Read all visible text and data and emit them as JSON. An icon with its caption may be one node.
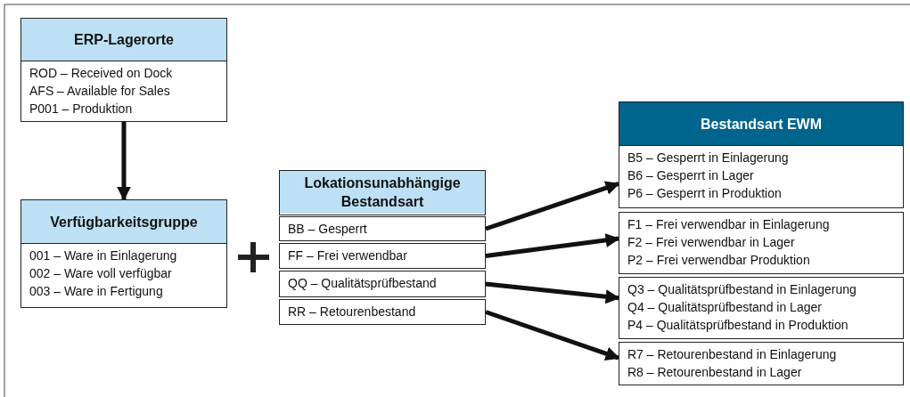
{
  "diagram": {
    "nodes": [
      {
        "text": [
          "ERP-Lagerorte",
          "ROD – Received on Dock",
          "AFS – Available for Sales",
          "P001 – Produktion"
        ]
      },
      {
        "text": [
          "Verfügbarkeitsgruppe",
          "001 – Ware in Einlagerung",
          "002 – Ware voll verfügbar",
          "003 – Ware in Fertigung"
        ]
      },
      {
        "text": [
          "Lokationsunabhängige Bestandsart"
        ]
      },
      {
        "text": [
          "BB – Gesperrt"
        ]
      },
      {
        "text": [
          "FF – Frei verwendbar"
        ]
      },
      {
        "text": [
          "QQ – Qualitätsprüfbestand"
        ]
      },
      {
        "text": [
          "RR – Retourenbestand"
        ]
      },
      {
        "text": [
          "Bestandsart EWM",
          "B5 – Gesperrt in Einlagerung",
          "B6 – Gesperrt in Lager",
          "P6 – Gesperrt in Produktion"
        ]
      },
      {
        "text": [
          "F1 – Frei verwendbar in Einlagerung",
          "F2 – Frei verwendbar in Lager",
          "P2 – Frei verwendbar Produktion"
        ]
      },
      {
        "text": [
          "Q3 – Qualitätsprüfbestand in Einlagerung",
          "Q4 – Qualitätsprüfbestand in Lager",
          "P4 – Qualitätsprüfbestand in Produktion"
        ]
      },
      {
        "text": [
          "R7 – Retourenbestand in Einlagerung",
          "R8 – Retourenbestand in Lager"
        ]
      }
    ],
    "edges": [
      {
        "from": 0,
        "to": 1,
        "arrow": "to"
      },
      {
        "from": 3,
        "to": 7,
        "arrow": "to"
      },
      {
        "from": 4,
        "to": 8,
        "arrow": "to"
      },
      {
        "from": 5,
        "to": 9,
        "arrow": "to"
      },
      {
        "from": 6,
        "to": 10,
        "arrow": "to"
      }
    ]
  }
}
